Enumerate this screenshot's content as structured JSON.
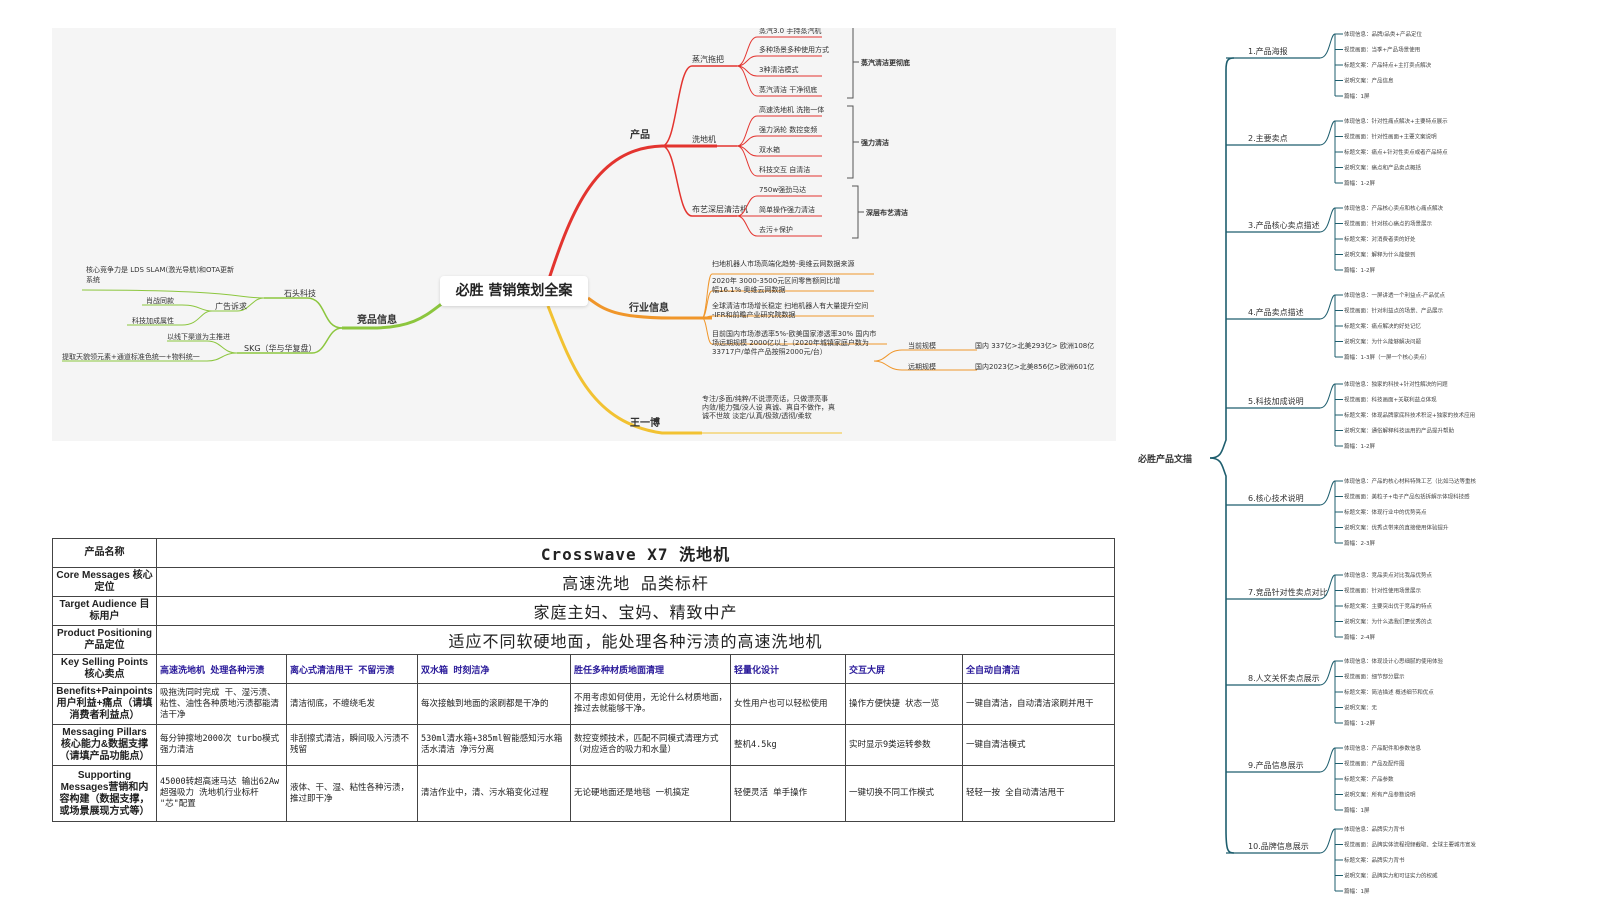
{
  "mindmap": {
    "central": "必胜 营销策划全案",
    "product": {
      "label": "产品",
      "subs": [
        {
          "label": "蒸汽拖把",
          "leaves": [
            "蒸汽3.0 手持蒸汽机",
            "多种场景多种使用方式",
            "3种清洁模式",
            "蒸汽清洁 干净彻底"
          ],
          "tag": "蒸汽清洁更彻底"
        },
        {
          "label": "洗地机",
          "leaves": [
            "高速洗地机 洗拖一体",
            "强力涡轮 数控变频",
            "双水箱",
            "科技交互 自清洁"
          ],
          "tag": "强力清洁"
        },
        {
          "label": "布艺深层清洁机",
          "leaves": [
            "750w强劲马达",
            "简单操作强力清洁",
            "去污+保护"
          ],
          "tag": "深层布艺清洁"
        }
      ]
    },
    "industry": {
      "label": "行业信息",
      "leaves": [
        "扫地机器人市场高端化趋势-奥维云网数据来源",
        "2020年 3000-3500元区间零售额同比增幅16.1% 奥维云网数据",
        "全球清洁市场增长稳定 扫地机器人有大量提升空间 -IFR和前瞻产业研究院数据",
        "目前国内市场渗透率5%-欧美国家渗透率30% 国内市场远期规模 2000亿以上（2020年城镇家庭户数为33717户/单件产品按照2000元/台）"
      ],
      "current_label": "当前规模",
      "current_value": "国内 337亿>北美293亿> 欧洲108亿",
      "future_label": "远期规模",
      "future_value": "国内2023亿>北美856亿>欧洲601亿"
    },
    "person": {
      "label": "王一博",
      "text": "专注/多面/纯粹/不说漂亮话，只做漂亮事 内敛/能力强/没人设 真诚、真自不做作，真诚不世故 淡定/认真/极致/透彻/柔软"
    },
    "competitor": {
      "label": "竞品信息",
      "subs": [
        {
          "label": "石头科技",
          "leaves": [
            "核心竞争力是 LDS SLAM(激光导航)和OTA更新系统"
          ]
        },
        {
          "label": "广告诉求",
          "leaves": [
            "肖战同款",
            "科技加成属性"
          ]
        },
        {
          "label": "SKG（华与华复盘）",
          "leaves": [
            "以线下渠道为主推进",
            "提取天貌领元素+通道标准色统一+物料统一"
          ]
        }
      ]
    }
  },
  "brief": {
    "rows": [
      {
        "label": "产品名称",
        "value": "Crosswave X7 洗地机"
      },
      {
        "label": "Core Messages 核心定位",
        "value": "高速洗地 品类标杆"
      },
      {
        "label": "Target Audience 目标用户",
        "value": "家庭主妇、宝妈、精致中产"
      },
      {
        "label": "Product Positioning 产品定位",
        "value": "适应不同软硬地面，能处理各种污渍的高速洗地机"
      }
    ],
    "ksp_label": "Key Selling Points 核心卖点",
    "ksp": [
      "高速洗地机 处理各种污渍",
      "离心式清洁甩干 不留污渍",
      "双水箱 时刻洁净",
      "胜任多种材质地面清理",
      "轻量化设计",
      "交互大屏",
      "全自动自清洁"
    ],
    "detail_rows": [
      {
        "label": "Benefits+Painpoints 用户利益+痛点（请填消费者利益点）",
        "cells": [
          "吸拖洗同时完成 干、湿污渍、粘性、油性各种质地污渍都能清洁干净",
          "清洁彻底，不缠绕毛发",
          "每次接触到地面的滚刷都是干净的",
          "不用考虑如何使用，无论什么材质地面，推过去就能够干净。",
          "女性用户也可以轻松使用",
          "操作方便快捷 状态一览",
          "一键自清洁，自动清洁滚刷并甩干"
        ]
      },
      {
        "label": "Messaging Pillars 核心能力&数据支撑（请填产品功能点）",
        "cells": [
          "每分钟擦地2000次 turbo模式强力清洁",
          "非刮擦式清洁，瞬间吸入污渍不残留",
          "530ml清水箱+385ml智能感知污水箱 活水清洁 净污分离",
          "数控变频技术，匹配不同模式清理方式（对应适合的吸力和水量）",
          "整机4.5kg",
          "实时显示9类运转参数",
          "一键自清洁模式"
        ]
      },
      {
        "label": "Supporting Messages营销和内容构建（数据支撑，或场景展现方式等）",
        "cells": [
          "45000转超高速马达 输出62Aw超强吸力 洗地机行业标杆 \"芯\"配置",
          "液体、干、湿、粘性各种污渍，推过即干净",
          "清洁作业中，清、污水箱变化过程",
          "无论硬地面还是地毯 一机搞定",
          "轻便灵活 单手操作",
          "一键切换不同工作模式",
          "轻轻一按 全自动清洁甩干"
        ]
      }
    ]
  },
  "rightmap": {
    "root": "必胜产品文描",
    "branches": [
      {
        "label": "1.产品海报",
        "items": [
          "体现信息：品牌/品类+产品定位",
          "视觉画面：当季+产品场景使用",
          "标题文案：产品特点+主打卖点解决",
          "说明文案：产品信息",
          "篇幅：1屏"
        ]
      },
      {
        "label": "2.主要卖点",
        "items": [
          "体现信息：针对性痛点解决+主要特点展示",
          "视觉画面：针对性画面+主要文案说明",
          "标题文案：痛点+针对性卖点或者产品特点",
          "说明文案：痛点和产品卖点概括",
          "篇幅：1-2屏"
        ]
      },
      {
        "label": "3.产品核心卖点描述",
        "items": [
          "体现信息：产品核心卖点和核心痛点解决",
          "视觉画面：针对核心痛点的场景展示",
          "标题文案：对消费者卖的好处",
          "说明文案：解释为什么能做到",
          "篇幅：1-2屏"
        ]
      },
      {
        "label": "4.产品卖点描述",
        "items": [
          "体现信息：一屏讲透一个利益点-产品优点",
          "视觉画面：针对利益点的场景、产品展示",
          "标题文案：痛点解决的好处记忆",
          "说明文案：为什么能够解决问题",
          "篇幅：1-3屏（一屏一个核心卖点）"
        ]
      },
      {
        "label": "5.科技加成说明",
        "items": [
          "体现信息：独家的科技+针对性解决的问题",
          "视觉画面：科技画面+关联利益点体现",
          "标题文案：体现品牌家底科技术积淀+独家的技术应用",
          "说明文案：通俗解释科技运用的产品提升帮助",
          "篇幅：1-2屏"
        ]
      },
      {
        "label": "6.核心技术说明",
        "items": [
          "体现信息：产品的核心材料特殊工艺（比如马达等重核心部件）",
          "视觉画面：美粒子+电子产品包括拆解示体现科技感",
          "标题文案：体现行业中的优势亮点",
          "说明文案：优秀点带来的直接使用体验提升",
          "篇幅：2-3屏"
        ]
      },
      {
        "label": "7.竞品针对性卖点对比",
        "items": [
          "体现信息：竞品卖点对比我品优势点",
          "视觉画面：针对性使用场景展示",
          "标题文案：主要突出优于竞品的特点",
          "说明文案：为什么选我们更优秀的点",
          "篇幅：2-4屏"
        ]
      },
      {
        "label": "8.人文关怀卖点展示",
        "items": [
          "体现信息：体现设计心思细腻的使用体验",
          "视觉画面：细节部分展示",
          "标题文案：简洁描述 概述细节和优点",
          "说明文案：无",
          "篇幅：1-2屏"
        ]
      },
      {
        "label": "9.产品信息展示",
        "items": [
          "体现信息：产品配件和参数信息",
          "视觉画面：产品及配件图",
          "标题文案：产品参数",
          "说明文案：所有产品参数说明",
          "篇幅：1屏"
        ]
      },
      {
        "label": "10.品牌信息展示",
        "items": [
          "体现信息：品牌实力背书",
          "视觉画面：品牌实体流程视频截取、全球主要城市宣发展示、品牌获奖证书等",
          "标题文案：品牌实力背书",
          "说明文案：品牌实力和可证实力的权威",
          "篇幅：1屏"
        ]
      }
    ]
  },
  "colors": {
    "product_branch": "#e3342f",
    "industry_branch": "#f0962a",
    "person_branch": "#f2c232",
    "competitor_branch": "#8cc63e",
    "right_tree": "#1e5e6e"
  }
}
